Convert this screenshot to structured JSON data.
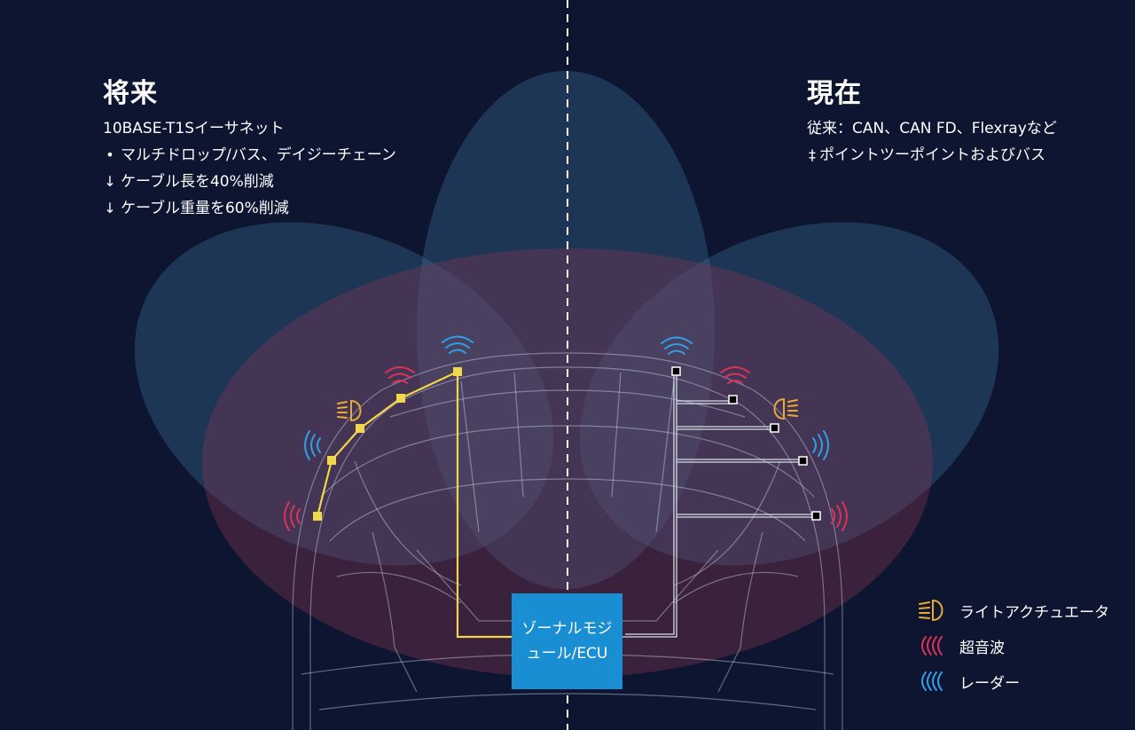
{
  "left": {
    "title": "将来",
    "lines": [
      {
        "marker": "",
        "text": "10BASE-T1Sイーサネット"
      },
      {
        "marker": "•",
        "text": "マルチドロップ/バス、デイジーチェーン"
      },
      {
        "marker": "↓",
        "text": "ケーブル長を40%削減"
      },
      {
        "marker": "↓",
        "text": "ケーブル重量を60%削減"
      }
    ]
  },
  "right": {
    "title": "現在",
    "lines": [
      {
        "marker": "",
        "text": "従来：CAN、CAN FD、Flexrayなど"
      },
      {
        "marker": "‡",
        "text": "ポイントツーポイントおよびバス"
      }
    ]
  },
  "ecu": {
    "label": "ゾーナルモジュール/ECU"
  },
  "legend": [
    {
      "icon": "headlight-icon",
      "label": "ライトアクチュエータ",
      "color": "#e8a935"
    },
    {
      "icon": "ultrasonic-wave-icon",
      "label": "超音波",
      "color": "#e0315a"
    },
    {
      "icon": "radar-wave-icon",
      "label": "レーダー",
      "color": "#2f9fe8"
    }
  ],
  "colors": {
    "background": "#0d1530",
    "bus": "#f2d64b",
    "p2p": "#d8dce6",
    "ecu": "#1a8ed3",
    "radar": "#2f9fe8",
    "ultrasonic": "#e0315a",
    "light": "#e8a935"
  }
}
